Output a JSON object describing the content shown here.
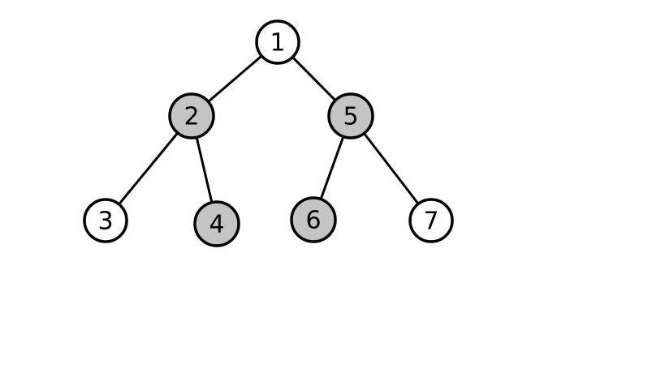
{
  "colors": {
    "shaded": "#c4c4c4",
    "unshaded": "#ffffff",
    "stroke": "#000000"
  },
  "tree": {
    "nodes": [
      {
        "id": "n1",
        "label": "1",
        "shaded": false
      },
      {
        "id": "n2",
        "label": "2",
        "shaded": true
      },
      {
        "id": "n5",
        "label": "5",
        "shaded": true
      },
      {
        "id": "n3",
        "label": "3",
        "shaded": false
      },
      {
        "id": "n4",
        "label": "4",
        "shaded": true
      },
      {
        "id": "n6",
        "label": "6",
        "shaded": true
      },
      {
        "id": "n7",
        "label": "7",
        "shaded": false
      }
    ],
    "edges": [
      {
        "from": "n1",
        "to": "n2"
      },
      {
        "from": "n1",
        "to": "n5"
      },
      {
        "from": "n2",
        "to": "n3"
      },
      {
        "from": "n2",
        "to": "n4"
      },
      {
        "from": "n5",
        "to": "n6"
      },
      {
        "from": "n5",
        "to": "n7"
      }
    ]
  }
}
